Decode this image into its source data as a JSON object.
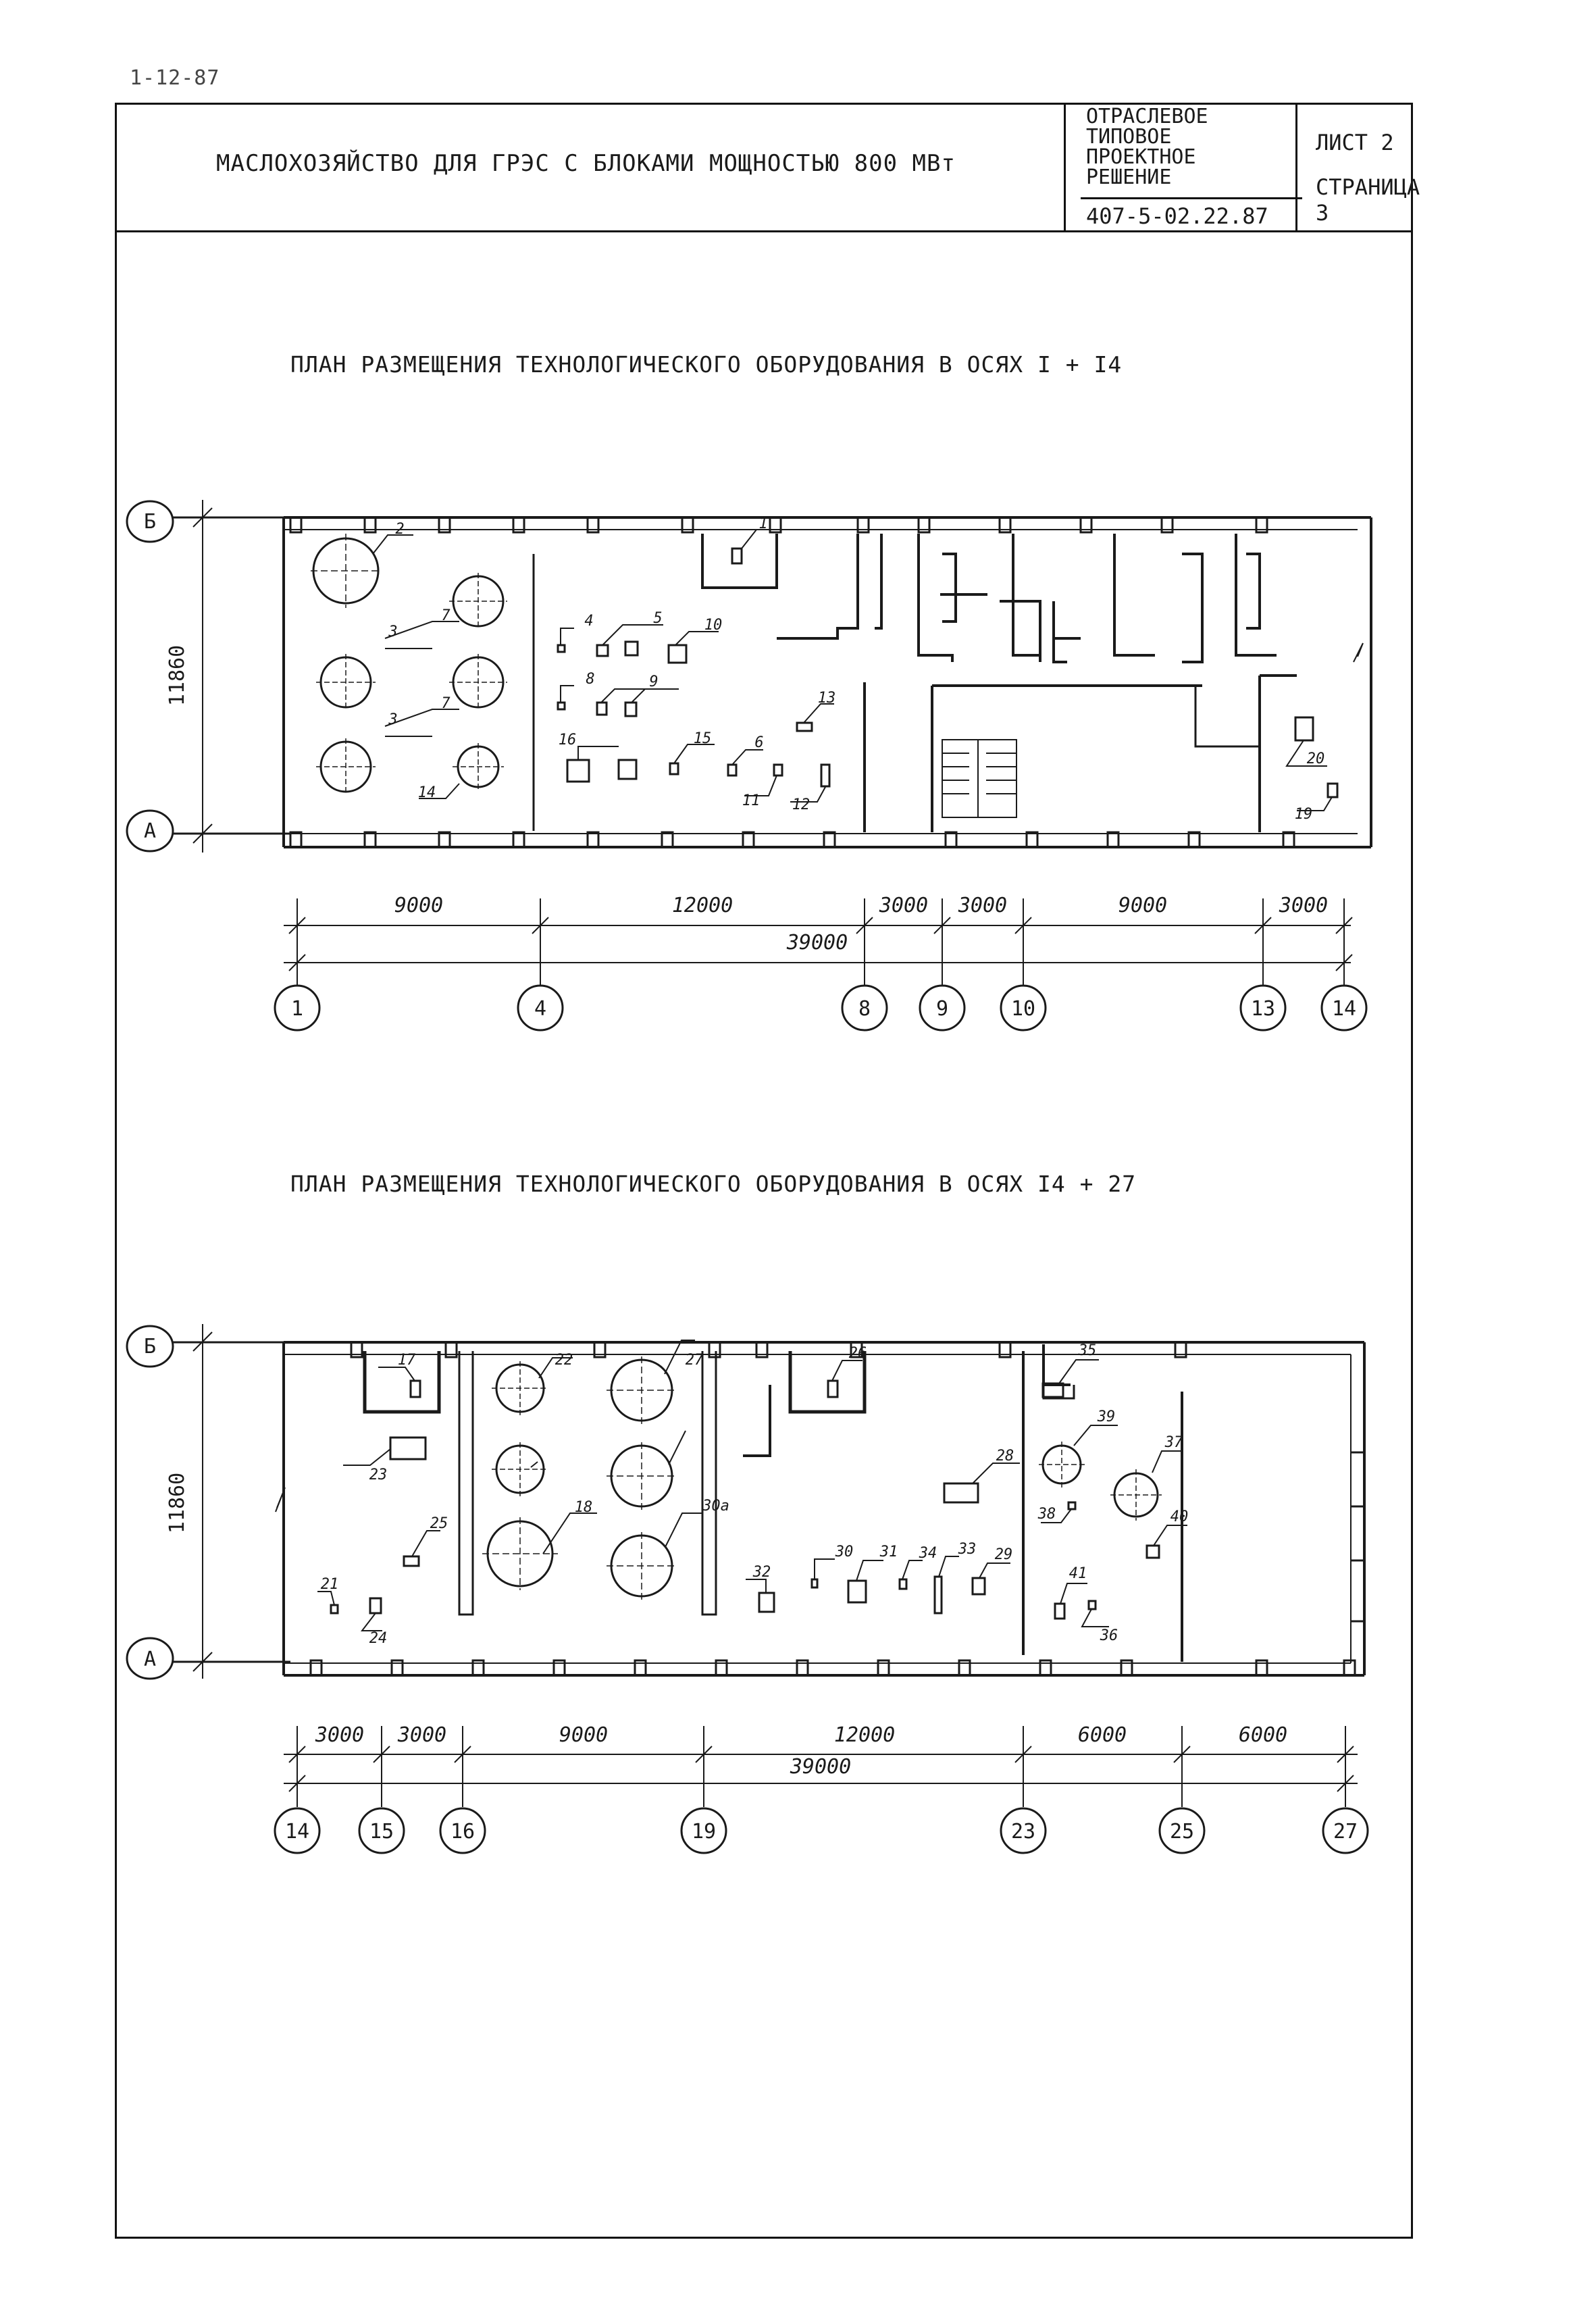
{
  "corner_code": "1-12-87",
  "title_block": {
    "title": "МАСЛОХОЗЯЙСТВО ДЛЯ ГРЭС  С БЛОКАМИ МОЩНОСТЬЮ 800 МВт",
    "doc_type_lines": [
      "ОТРАСЛЕВОЕ",
      "ТИПОВОЕ",
      "ПРОЕКТНОЕ",
      "РЕШЕНИЕ"
    ],
    "doc_code": "407-5-02.22.87",
    "sheet": "ЛИСТ 2",
    "page": "СТРАНИЦА 3"
  },
  "plan1": {
    "title": "ПЛАН РАЗМЕЩЕНИЯ ТЕХНОЛОГИЧЕСКОГО ОБОРУДОВАНИЯ В ОСЯХ   I + I4",
    "row_axes": [
      "Б",
      "А"
    ],
    "height_dim": "11860",
    "spans": [
      "9000",
      "12000",
      "3000",
      "3000",
      "9000",
      "3000"
    ],
    "total": "39000",
    "col_axes": [
      "1",
      "4",
      "8",
      "9",
      "10",
      "13",
      "14"
    ],
    "equipment_labels": [
      "1",
      "2",
      "3",
      "3",
      "7",
      "7",
      "14",
      "4",
      "5",
      "10",
      "8",
      "9",
      "13",
      "16",
      "15",
      "6",
      "11",
      "12",
      "20",
      "19"
    ]
  },
  "plan2": {
    "title": "ПЛАН РАЗМЕЩЕНИЯ ТЕХНОЛОГИЧЕСКОГО ОБОРУДОВАНИЯ В ОСЯХ   I4 + 27",
    "row_axes": [
      "Б",
      "А"
    ],
    "height_dim": "11860",
    "spans": [
      "3000",
      "3000",
      "9000",
      "12000",
      "6000",
      "6000"
    ],
    "total": "39000",
    "col_axes": [
      "14",
      "15",
      "16",
      "19",
      "23",
      "25",
      "27"
    ],
    "equipment_labels": [
      "17",
      "23",
      "25",
      "21",
      "24",
      "22",
      "18",
      "27",
      "30а",
      "26",
      "28",
      "32",
      "30",
      "31",
      "34",
      "33",
      "29",
      "35",
      "39",
      "37",
      "38",
      "40",
      "41",
      "36"
    ]
  }
}
